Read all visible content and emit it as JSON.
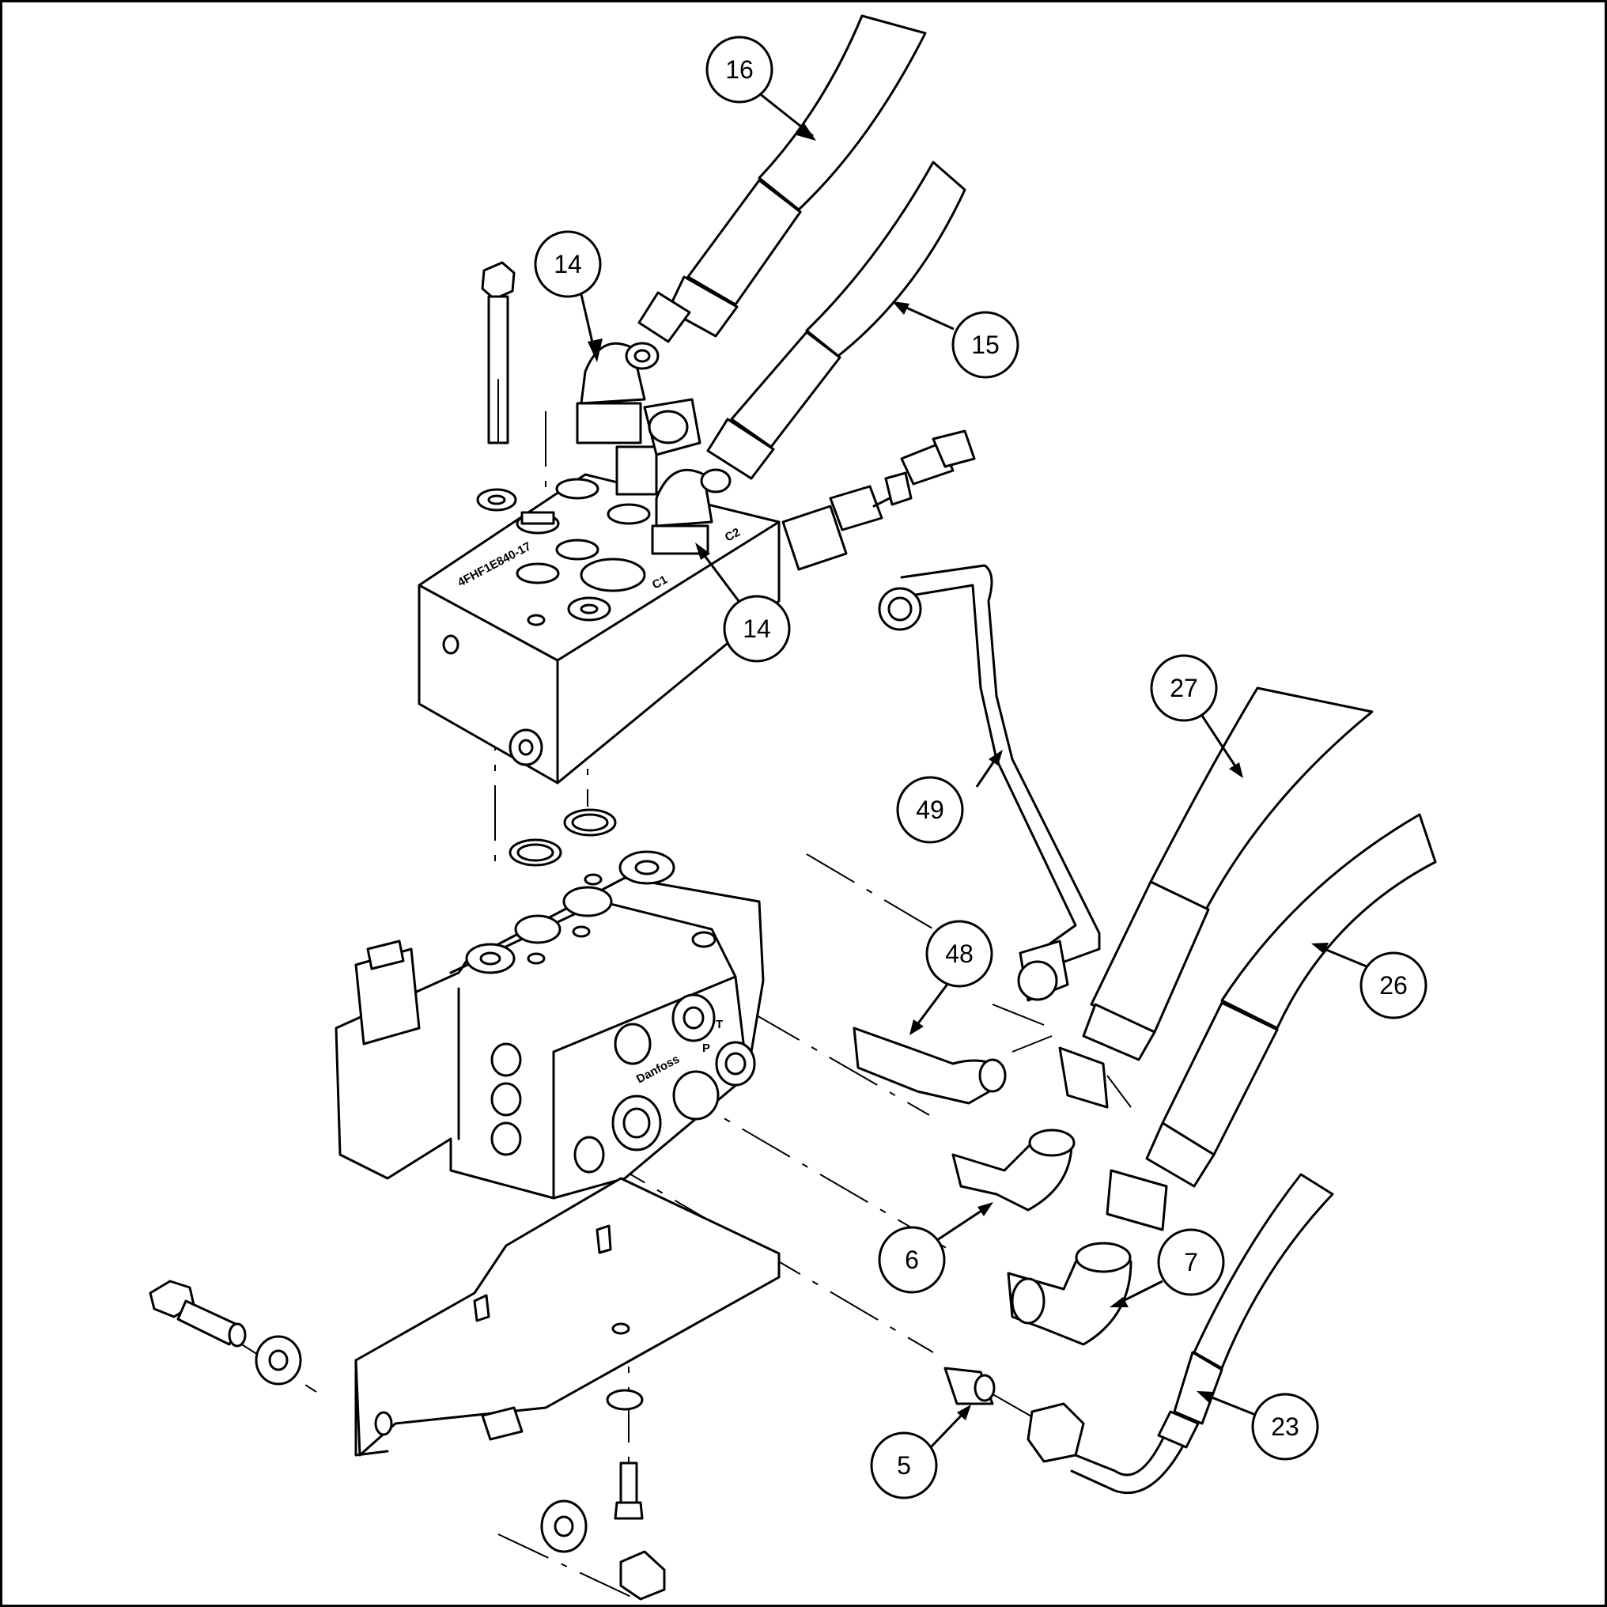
{
  "callouts": [
    {
      "id": "c16",
      "label": "16"
    },
    {
      "id": "c14a",
      "label": "14"
    },
    {
      "id": "c15",
      "label": "15"
    },
    {
      "id": "c14b",
      "label": "14"
    },
    {
      "id": "c27",
      "label": "27"
    },
    {
      "id": "c49",
      "label": "49"
    },
    {
      "id": "c48",
      "label": "48"
    },
    {
      "id": "c26",
      "label": "26"
    },
    {
      "id": "c6",
      "label": "6"
    },
    {
      "id": "c7",
      "label": "7"
    },
    {
      "id": "c23",
      "label": "23"
    },
    {
      "id": "c5",
      "label": "5"
    }
  ],
  "markings": {
    "block_part_number": "4FHF1E840-17",
    "port_c1": "C1",
    "port_c2": "C2",
    "valve_brand": "Danfoss",
    "port_p": "P",
    "port_t": "T"
  }
}
